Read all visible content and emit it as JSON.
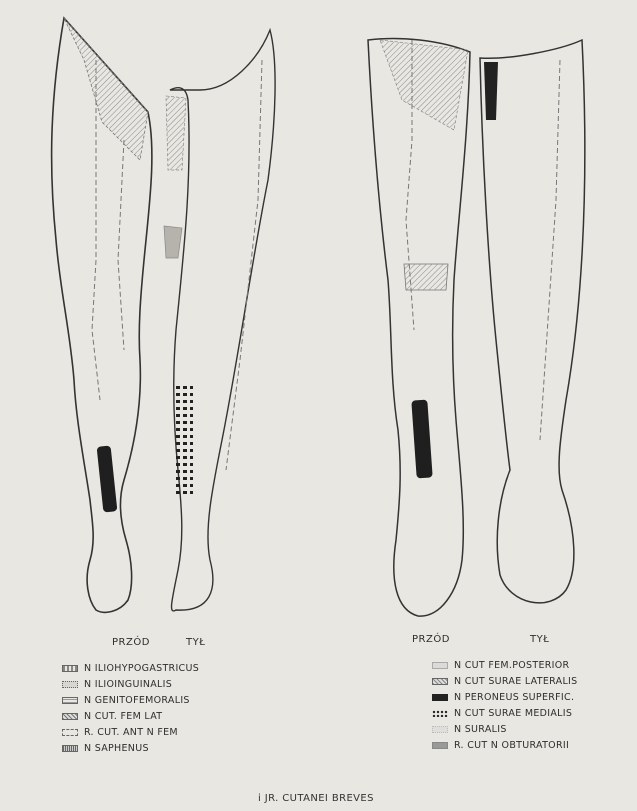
{
  "views": {
    "left_front": "PRZÓD",
    "left_back": "TYŁ",
    "right_front": "PRZÓD",
    "right_back": "TYŁ"
  },
  "legend_left": [
    {
      "text": "N  ILIOHYPOGASTRICUS",
      "pattern": "ilio"
    },
    {
      "text": "N  ILIOINGUINALIS",
      "pattern": "iling"
    },
    {
      "text": "N  GENITOFEMORALIS",
      "pattern": "genito"
    },
    {
      "text": "N  CUT. FEM LAT",
      "pattern": "femlat"
    },
    {
      "text": "R. CUT. ANT N FEM",
      "pattern": "antfem"
    },
    {
      "text": "N  SAPHENUS",
      "pattern": "saph"
    }
  ],
  "legend_right": [
    {
      "text": "N  CUT FEM.POSTERIOR",
      "pattern": "fempost"
    },
    {
      "text": "N  CUT SURAE LATERALIS",
      "pattern": "surlat"
    },
    {
      "text": "N  PERONEUS SUPERFIC.",
      "pattern": "peron"
    },
    {
      "text": "N  CUT SURAE MEDIALIS",
      "pattern": "surmed"
    },
    {
      "text": "N  SURALIS",
      "pattern": "suralis"
    },
    {
      "text": "R.  CUT N OBTURATORII",
      "pattern": "obtur"
    }
  ],
  "caption": "i  JR.  CUTANEI BREVES"
}
